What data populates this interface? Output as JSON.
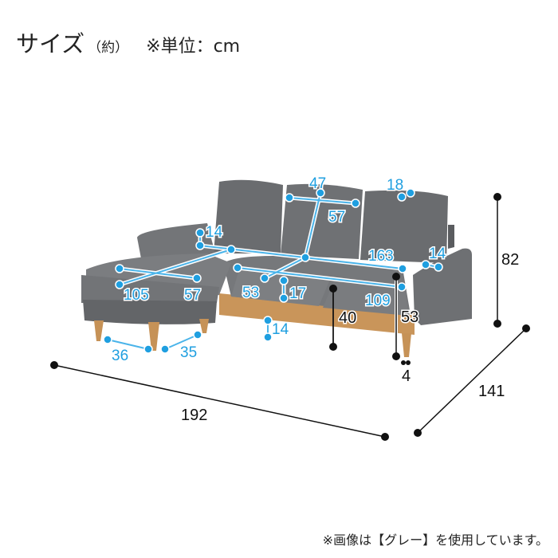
{
  "title": {
    "main": "サイズ",
    "approx": "（約）",
    "unit": "※単位：cm"
  },
  "footer": "※画像は【グレー】を使用しています。",
  "colors": {
    "accent": "#1f9fe0",
    "sofa": "#6b6d70",
    "wood": "#c9955a"
  },
  "dimensions": {
    "back_cushion_width": "47",
    "back_cushion_height": "57",
    "back_cushion_depth": "18",
    "arm_height_left": "14",
    "seat_width": "163",
    "arm_width_right": "14",
    "chaise_length": "105",
    "chaise_width": "57",
    "seat_depth": "53",
    "cushion_thickness": "17",
    "seat_front_width": "109",
    "floor_clearance": "14",
    "ottoman_leg_span_w": "36",
    "ottoman_leg_span_d": "35",
    "seat_height": "40",
    "arm_height": "53",
    "leg_inset": "4",
    "total_height": "82",
    "total_width": "192",
    "total_depth": "141"
  }
}
